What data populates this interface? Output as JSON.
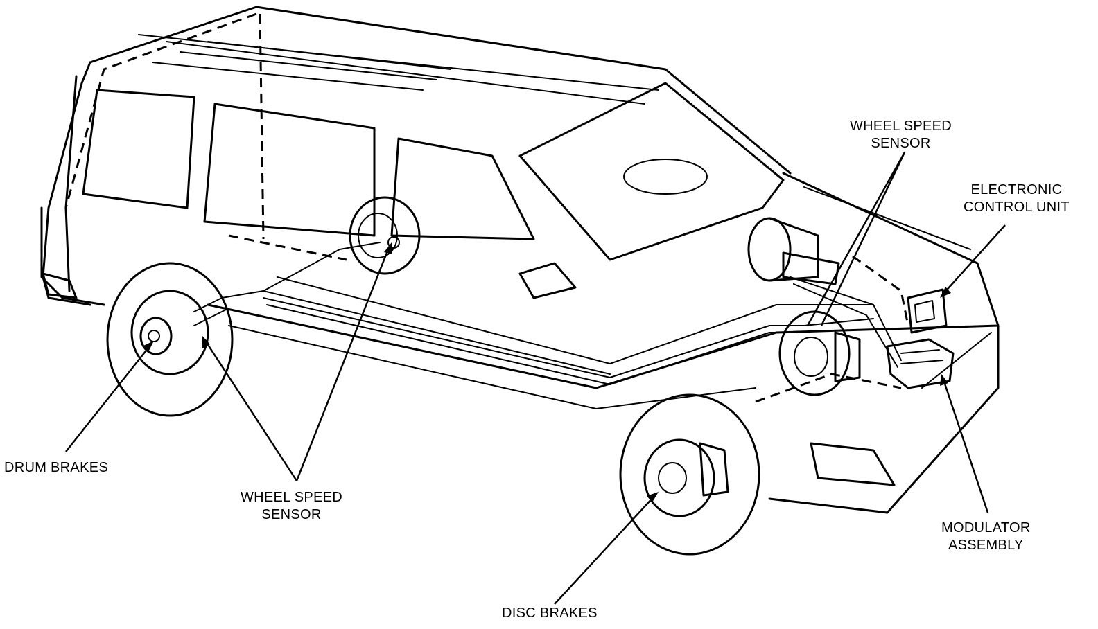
{
  "labels": {
    "drum_brakes": [
      "DRUM BRAKES"
    ],
    "rear_wheel_speed_sensor": [
      "WHEEL SPEED",
      "SENSOR"
    ],
    "front_wheel_speed_sensor": [
      "WHEEL SPEED",
      "SENSOR"
    ],
    "electronic_control_unit": [
      "ELECTRONIC",
      "CONTROL UNIT"
    ],
    "modulator_assembly": [
      "MODULATOR",
      "ASSEMBLY"
    ],
    "disc_brakes": [
      "DISC BRAKES"
    ]
  }
}
